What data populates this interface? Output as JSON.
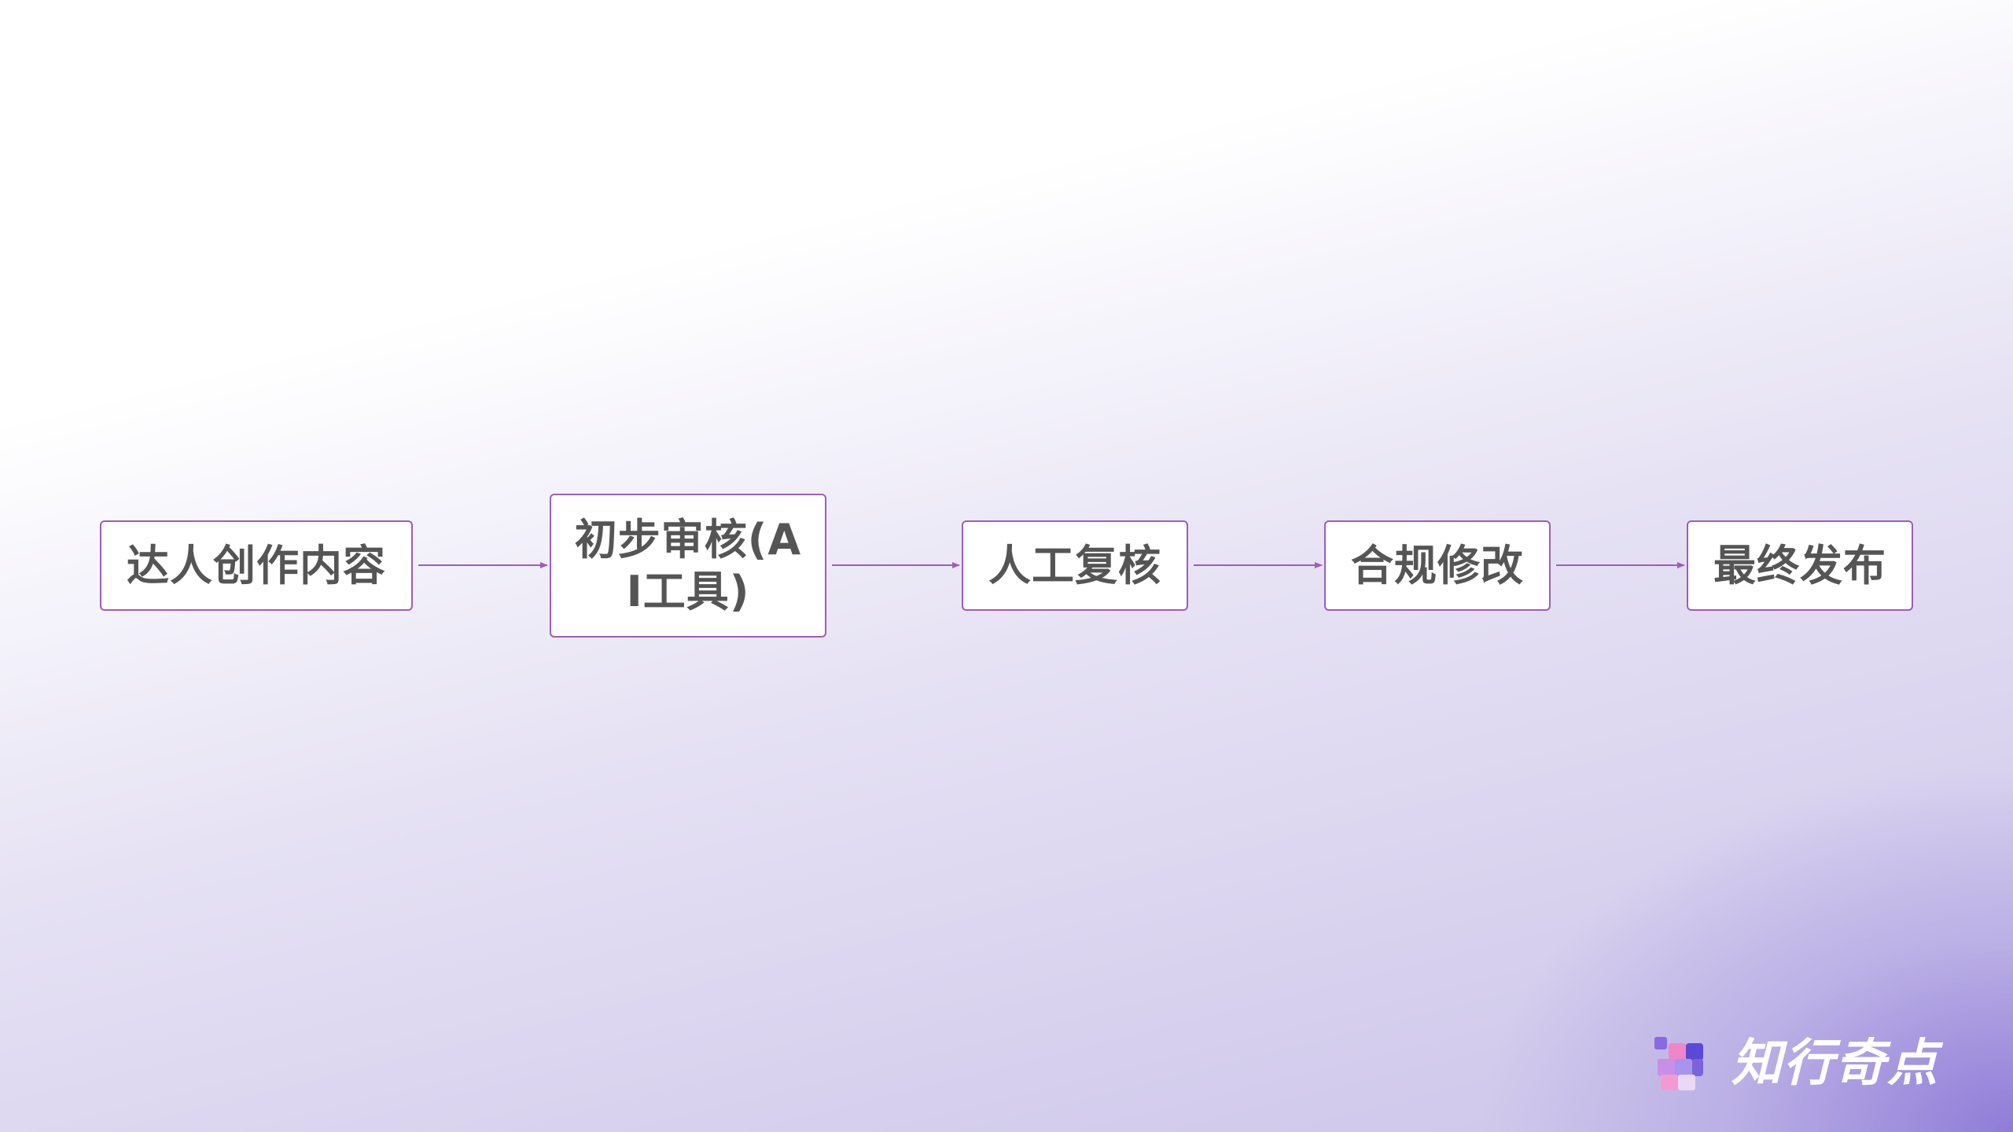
{
  "flowchart": {
    "steps": [
      {
        "label": "达人创作内容"
      },
      {
        "label": "初步审核(AI工具)"
      },
      {
        "label": "人工复核"
      },
      {
        "label": "合规修改"
      },
      {
        "label": "最终发布"
      }
    ],
    "edges": [
      {
        "from": 1,
        "to": 2
      },
      {
        "from": 2,
        "to": 3
      },
      {
        "from": 3,
        "to": 4
      },
      {
        "from": 4,
        "to": 5
      }
    ]
  },
  "brand": {
    "logo_icon": "tiled-squares-logo-icon",
    "logo_text": "知行奇点"
  },
  "colors": {
    "box_border": "#a05cb8",
    "arrow": "#a05cb8",
    "text": "#555555",
    "logo_text": "#ffffff"
  }
}
